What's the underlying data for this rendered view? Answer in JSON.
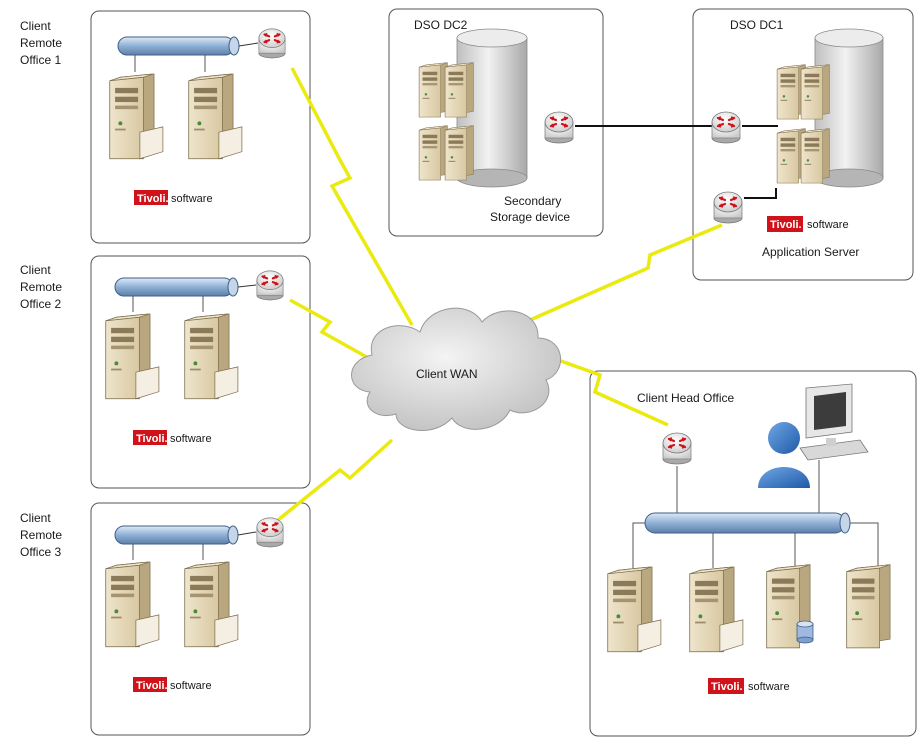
{
  "remote_offices": [
    {
      "label_lines": [
        "Client",
        "Remote",
        "Office 1"
      ]
    },
    {
      "label_lines": [
        "Client",
        "Remote",
        "Office 2"
      ]
    },
    {
      "label_lines": [
        "Client",
        "Remote",
        "Office 3"
      ]
    }
  ],
  "dc2": {
    "title": "DSO DC2",
    "caption_lines": [
      "Secondary",
      "Storage device"
    ]
  },
  "dc1": {
    "title": "DSO DC1",
    "caption": "Application Server"
  },
  "wan": {
    "label": "Client WAN"
  },
  "head_office": {
    "title": "Client Head Office"
  },
  "tivoli": {
    "brand": "Tivoli.",
    "suffix": "software"
  },
  "colors": {
    "lightning": "#f2f21a",
    "tivoli_red": "#d0131a",
    "bus_blue": "#9fb9d8",
    "server_beige": "#e9dcc0",
    "box_border": "#555555"
  }
}
